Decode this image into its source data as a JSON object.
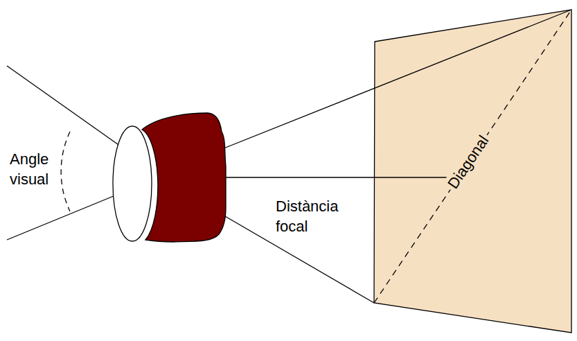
{
  "diagram": {
    "labels": [
      "Angle visual",
      "Distància focal",
      "Diagonal"
    ]
  }
}
